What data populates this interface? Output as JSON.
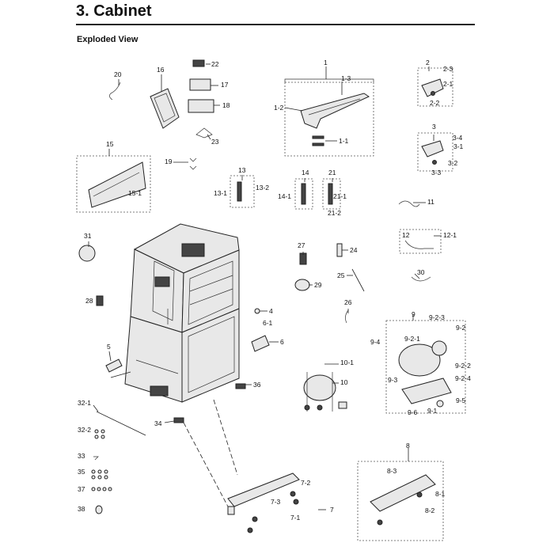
{
  "page": {
    "title": "3.  Cabinet",
    "subtitle": "Exploded View"
  },
  "callouts": [
    "1",
    "1-1",
    "1-2",
    "1-3",
    "2",
    "2-1",
    "2-2",
    "2-3",
    "3",
    "3-1",
    "3-2",
    "3-3",
    "3-4",
    "4",
    "5",
    "6",
    "6-1",
    "7",
    "7-1",
    "7-2",
    "7-3",
    "8",
    "8-1",
    "8-2",
    "8-3",
    "9",
    "9-1",
    "9-2",
    "9-2-1",
    "9-2-2",
    "9-2-3",
    "9-2-4",
    "9-3",
    "9-4",
    "9-5",
    "9-6",
    "10",
    "10-1",
    "11",
    "12",
    "12-1",
    "13",
    "13-1",
    "13-2",
    "14",
    "14-1",
    "15",
    "15-1",
    "16",
    "17",
    "18",
    "19",
    "20",
    "21",
    "21-1",
    "21-2",
    "22",
    "23",
    "24",
    "25",
    "26",
    "27",
    "28",
    "29",
    "30",
    "31",
    "32-1",
    "32-2",
    "33",
    "34",
    "35",
    "36",
    "37",
    "38"
  ]
}
